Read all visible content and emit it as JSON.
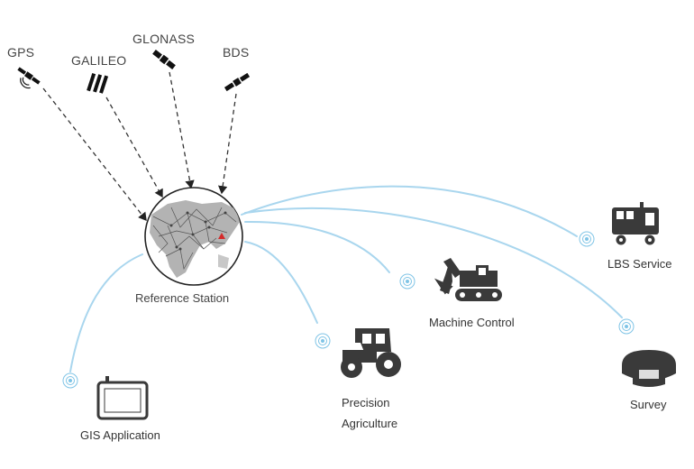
{
  "satellites": [
    {
      "id": "gps",
      "label": "GPS"
    },
    {
      "id": "galileo",
      "label": "GALILEO"
    },
    {
      "id": "glonass",
      "label": "GLONASS"
    },
    {
      "id": "bds",
      "label": "BDS"
    }
  ],
  "station": {
    "label": "Reference Station"
  },
  "applications": {
    "lbs": {
      "label": "LBS Service"
    },
    "machine": {
      "label": "Machine Control"
    },
    "survey": {
      "label": "Survey"
    },
    "agri": {
      "label_line1": "Precision",
      "label_line2": "Agriculture"
    },
    "gis": {
      "label": "GIS Application"
    }
  },
  "colors": {
    "link": "#a9d6ee",
    "icon": "#3a3a3a",
    "dash": "#333333",
    "signal": "#7fc4e6"
  }
}
